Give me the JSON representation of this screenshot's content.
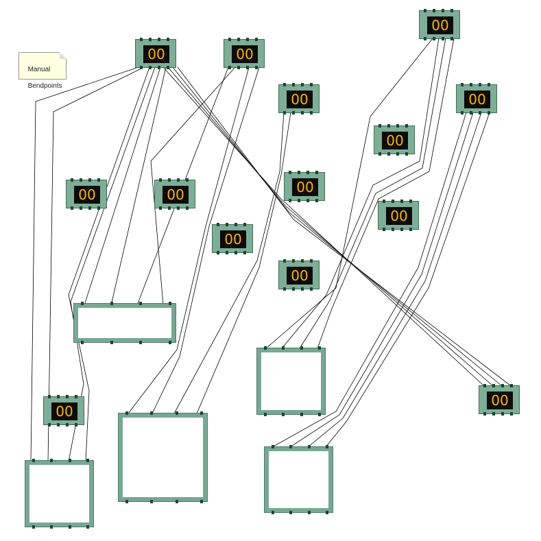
{
  "note": {
    "line1": "Manual",
    "line2": "Bendpoints"
  },
  "chip_display": "00",
  "chips": [
    {
      "id": "chip-top-center-left"
    },
    {
      "id": "chip-top-center"
    },
    {
      "id": "chip-top-right"
    },
    {
      "id": "chip-upper-middle"
    },
    {
      "id": "chip-right-upper"
    },
    {
      "id": "chip-left-middle"
    },
    {
      "id": "chip-center-middle"
    },
    {
      "id": "chip-middle-right"
    },
    {
      "id": "chip-center"
    },
    {
      "id": "chip-right-middle"
    },
    {
      "id": "chip-center-lower"
    },
    {
      "id": "chip-right-lower"
    },
    {
      "id": "chip-bottom-left"
    },
    {
      "id": "chip-far-right"
    }
  ],
  "colors": {
    "chip_fill": "#7fae97",
    "display_bg": "#0c0c0c",
    "display_text": "#ffb300",
    "box_border": "#78a892",
    "note_bg": "#ffffe1",
    "wire": "#000000"
  }
}
